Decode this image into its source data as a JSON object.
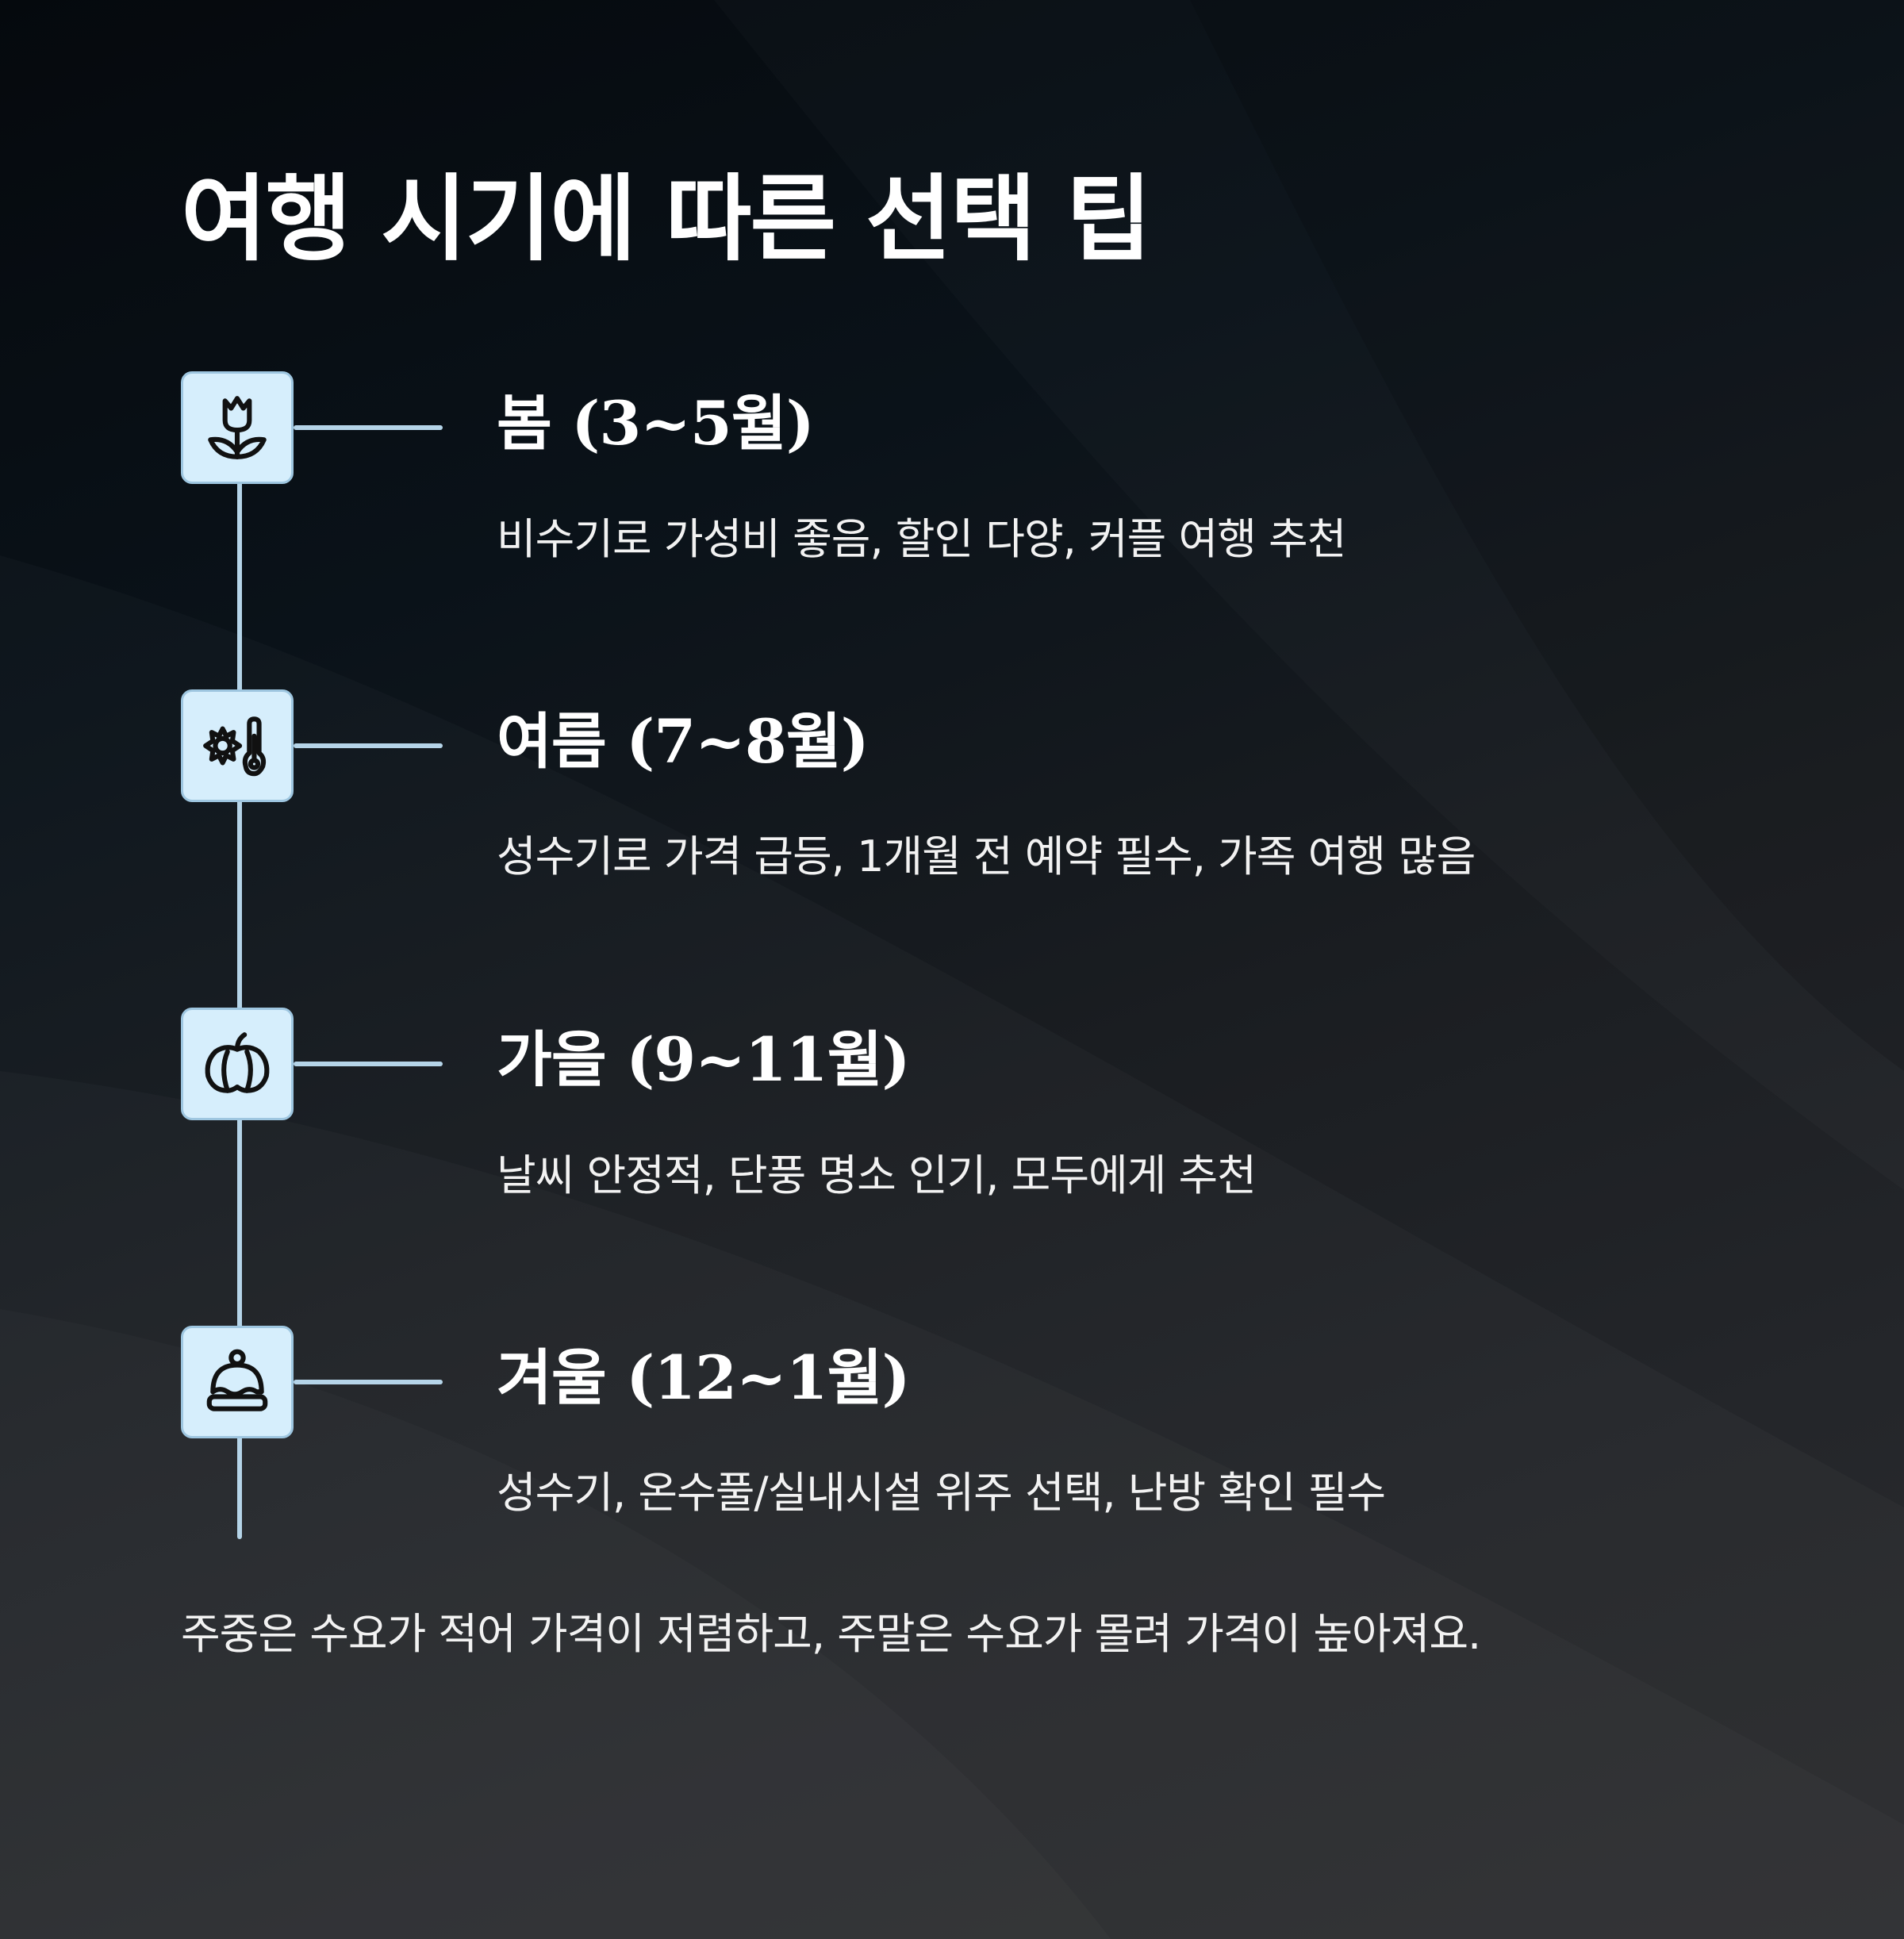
{
  "title": "여행 시기에 따른 선택 팁",
  "seasons": [
    {
      "icon": "tulip-icon",
      "title": "봄 (3~5월)",
      "desc": "비수기로 가성비 좋음, 할인 다양, 커플 여행 추천"
    },
    {
      "icon": "sun-thermometer-icon",
      "title": "여름 (7~8월)",
      "desc": "성수기로 가격 급등, 1개월 전 예약 필수, 가족 여행 많음"
    },
    {
      "icon": "pumpkin-icon",
      "title": "가을 (9~11월)",
      "desc": "날씨 안정적, 단풍 명소 인기, 모두에게 추천"
    },
    {
      "icon": "winter-hat-icon",
      "title": "겨울 (12~1월)",
      "desc": "성수기, 온수풀/실내시설 위주 선택, 난방 확인 필수"
    }
  ],
  "footer_note": "주중은 수요가 적어 가격이 저렴하고, 주말은 수요가 몰려 가격이 높아져요.",
  "colors": {
    "accent_line": "#b5d4e8",
    "icon_bg": "#d6eefc",
    "text": "#ffffff"
  }
}
